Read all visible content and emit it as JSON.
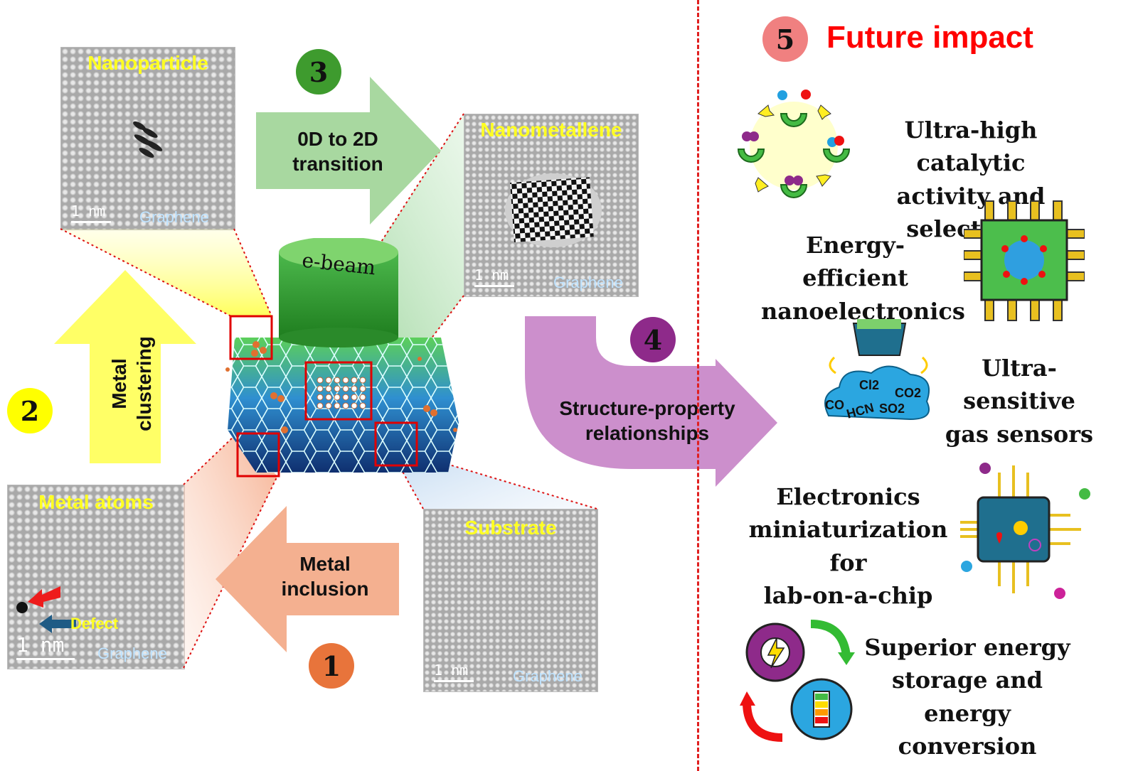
{
  "tem_panels": {
    "nanoparticle": {
      "title": "Nanoparticle",
      "scale": "1 nm",
      "sub": "Graphene"
    },
    "nanometallene": {
      "title": "Nanometallene",
      "scale": "1 nm",
      "sub": "Graphene"
    },
    "metal_atoms": {
      "title": "Metal atoms",
      "scale": "1 nm",
      "sub": "Graphene",
      "defect": "Defect"
    },
    "substrate": {
      "title": "Substrate",
      "scale": "1 nm",
      "sub": "Graphene"
    }
  },
  "steps": {
    "s1": {
      "num": "1",
      "label": "Metal\ninclusion",
      "color": "#e8743b"
    },
    "s2": {
      "num": "2",
      "label": "Metal\nclustering",
      "color": "#ffff00"
    },
    "s3": {
      "num": "3",
      "label": "0D to 2D\ntransition",
      "color": "#3e9b2e"
    },
    "s4": {
      "num": "4",
      "label": "Structure-property\nrelationships",
      "color": "#8e2a8a"
    },
    "s5": {
      "num": "5",
      "label": "Future impact",
      "color": "#f08080"
    }
  },
  "ebeam": "e-beam",
  "impacts": [
    {
      "text": "Ultra-high catalytic\nactivity and selectivity"
    },
    {
      "text": "Energy-efficient\nnanoelectronics"
    },
    {
      "text": "Ultra-sensitive\ngas sensors"
    },
    {
      "text": "Electronics\nminiaturization for\nlab-on-a-chip"
    },
    {
      "text": "Superior energy\nstorage and energy\nconversion"
    }
  ],
  "gases": [
    "Cl2",
    "CO2",
    "CO",
    "HCN",
    "SO2"
  ],
  "colors": {
    "divider": "#e02020",
    "future_title": "#ff0000",
    "arrow_green": "#a8d8a0",
    "arrow_purple": "#cc8fcc",
    "arrow_orange": "#f4b090",
    "arrow_yellow": "#ffff66"
  }
}
